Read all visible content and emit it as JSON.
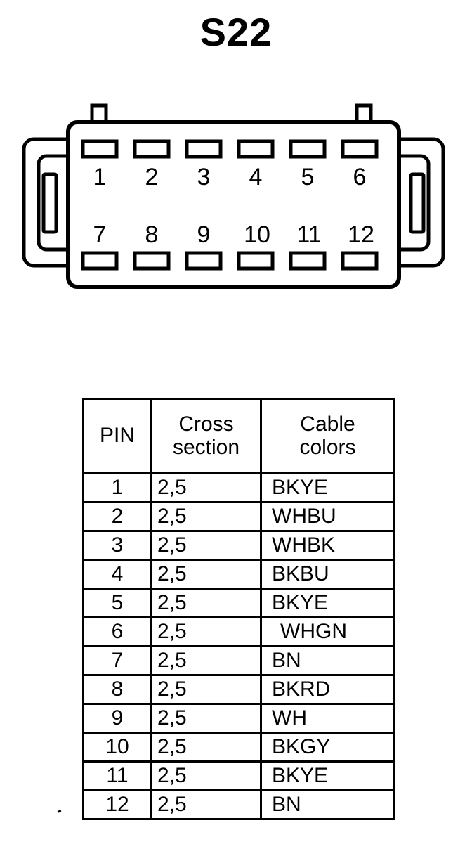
{
  "title": "S22",
  "connector": {
    "top_row_pins": [
      "1",
      "2",
      "3",
      "4",
      "5",
      "6"
    ],
    "bottom_row_pins": [
      "7",
      "8",
      "9",
      "10",
      "11",
      "12"
    ],
    "latch_tab_count": 2,
    "blade_slots_per_row": 6,
    "stroke_color": "#000000",
    "fill_color": "#ffffff"
  },
  "table": {
    "headers": {
      "pin": "PIN",
      "cross_section_line1": "Cross",
      "cross_section_line2": "section",
      "cable_colors_line1": "Cable",
      "cable_colors_line2": "colors"
    },
    "rows": [
      {
        "pin": "1",
        "cross_section": "2,5",
        "cable_colors": "BKYE"
      },
      {
        "pin": "2",
        "cross_section": "2,5",
        "cable_colors": "WHBU"
      },
      {
        "pin": "3",
        "cross_section": "2,5",
        "cable_colors": "WHBK"
      },
      {
        "pin": "4",
        "cross_section": "2,5",
        "cable_colors": "BKBU"
      },
      {
        "pin": "5",
        "cross_section": "2,5",
        "cable_colors": "BKYE"
      },
      {
        "pin": "6",
        "cross_section": "2,5",
        "cable_colors": "WHGN"
      },
      {
        "pin": "7",
        "cross_section": "2,5",
        "cable_colors": "BN"
      },
      {
        "pin": "8",
        "cross_section": "2,5",
        "cable_colors": "BKRD"
      },
      {
        "pin": "9",
        "cross_section": "2,5",
        "cable_colors": "WH"
      },
      {
        "pin": "10",
        "cross_section": "2,5",
        "cable_colors": "BKGY"
      },
      {
        "pin": "11",
        "cross_section": "2,5",
        "cable_colors": "BKYE"
      },
      {
        "pin": "12",
        "cross_section": "2,5",
        "cable_colors": "BN"
      }
    ]
  }
}
